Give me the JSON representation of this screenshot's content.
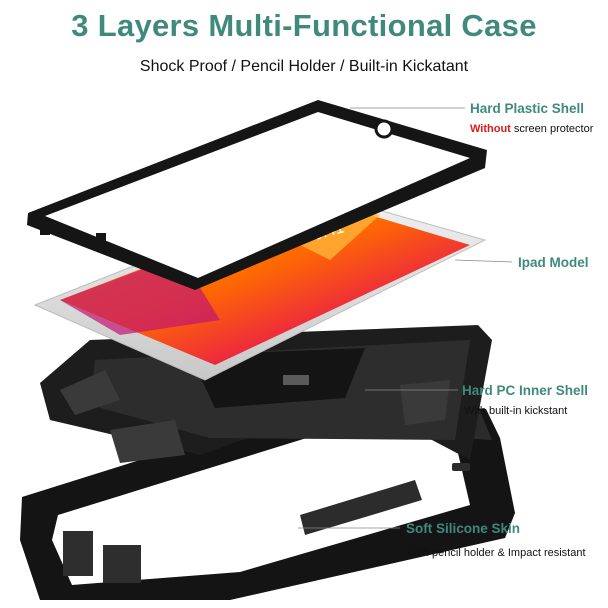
{
  "header": {
    "title": "3 Layers Multi-Functional Case",
    "subtitle": "Shock Proof / Pencil Holder / Built-in Kickatant"
  },
  "callouts": [
    {
      "label": "Hard Plastic Shell",
      "desc_highlight": "Without",
      "desc": " screen protector"
    },
    {
      "label": "Ipad Model",
      "desc_highlight": "",
      "desc": ""
    },
    {
      "label": "Hard PC Inner Shell",
      "desc_highlight": "",
      "desc": "With built-in kickstant"
    },
    {
      "label": "Soft Silicone Skin",
      "desc_highlight": "",
      "desc": "With pencil holder & Impact resistant"
    }
  ],
  "screen": {
    "time": "9:41"
  },
  "colors": {
    "accent": "#3f8a7c",
    "warning": "#e01b1b",
    "case": "#1a1a1a"
  }
}
